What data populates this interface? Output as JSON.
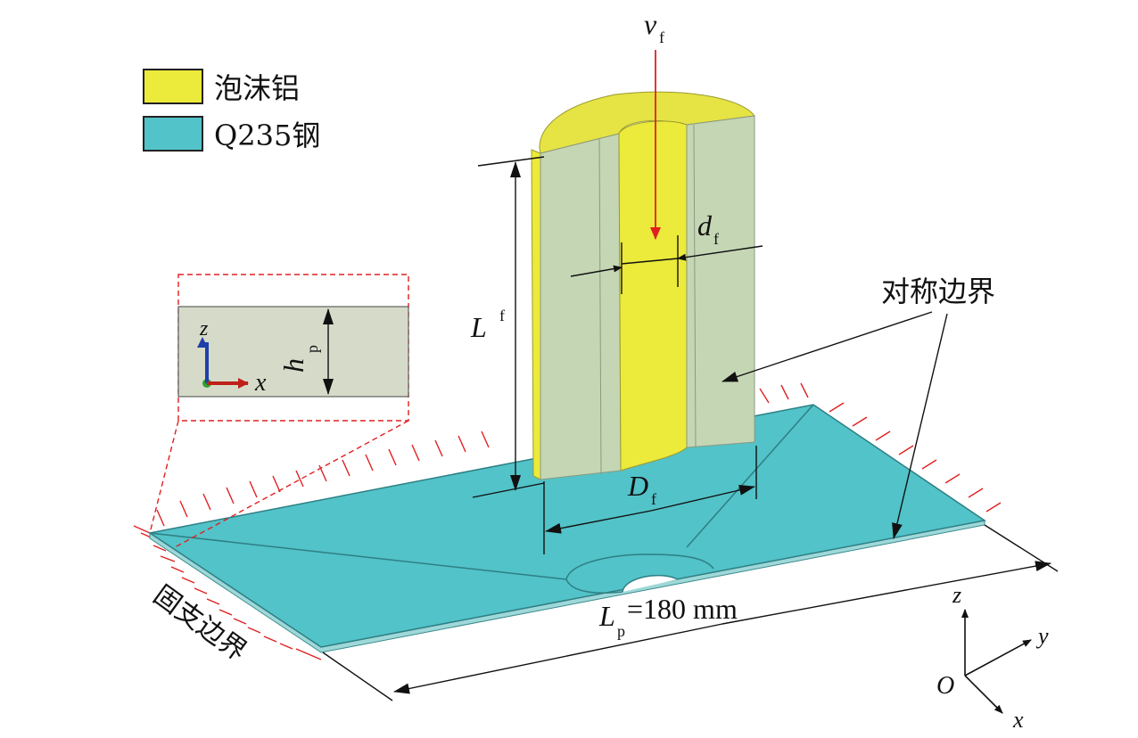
{
  "legend": {
    "items": [
      {
        "label": "泡沫铝",
        "color": "#ecea3a"
      },
      {
        "label": "Q235钢",
        "color": "#52c3c8"
      }
    ]
  },
  "labels": {
    "velocity_main": "v",
    "velocity_sub": "f",
    "inner_diameter_main": "d",
    "inner_diameter_sub": "f",
    "length_main": "L",
    "length_sub": "f",
    "outer_diameter_main": "D",
    "outer_diameter_sub": "f",
    "thickness_main": "h",
    "thickness_sub": "p",
    "plate_length_main": "L",
    "plate_length_sub": "p",
    "plate_length_value": "=180 mm",
    "symmetry_boundary": "对称边界",
    "fixed_boundary": "固支边界"
  },
  "inset_axes": {
    "z": "z",
    "x": "x"
  },
  "global_axes": {
    "origin": "O",
    "z": "z",
    "y": "y",
    "x": "x"
  },
  "colors": {
    "foam": "#ecea3a",
    "steel": "#52c3c8",
    "section": "#c5d6b4",
    "inset_fill": "#d6dbc9",
    "red": "#e02020",
    "axis_blue": "#1f3fa8",
    "axis_red": "#c0201a",
    "axis_green": "#2fa02f"
  }
}
